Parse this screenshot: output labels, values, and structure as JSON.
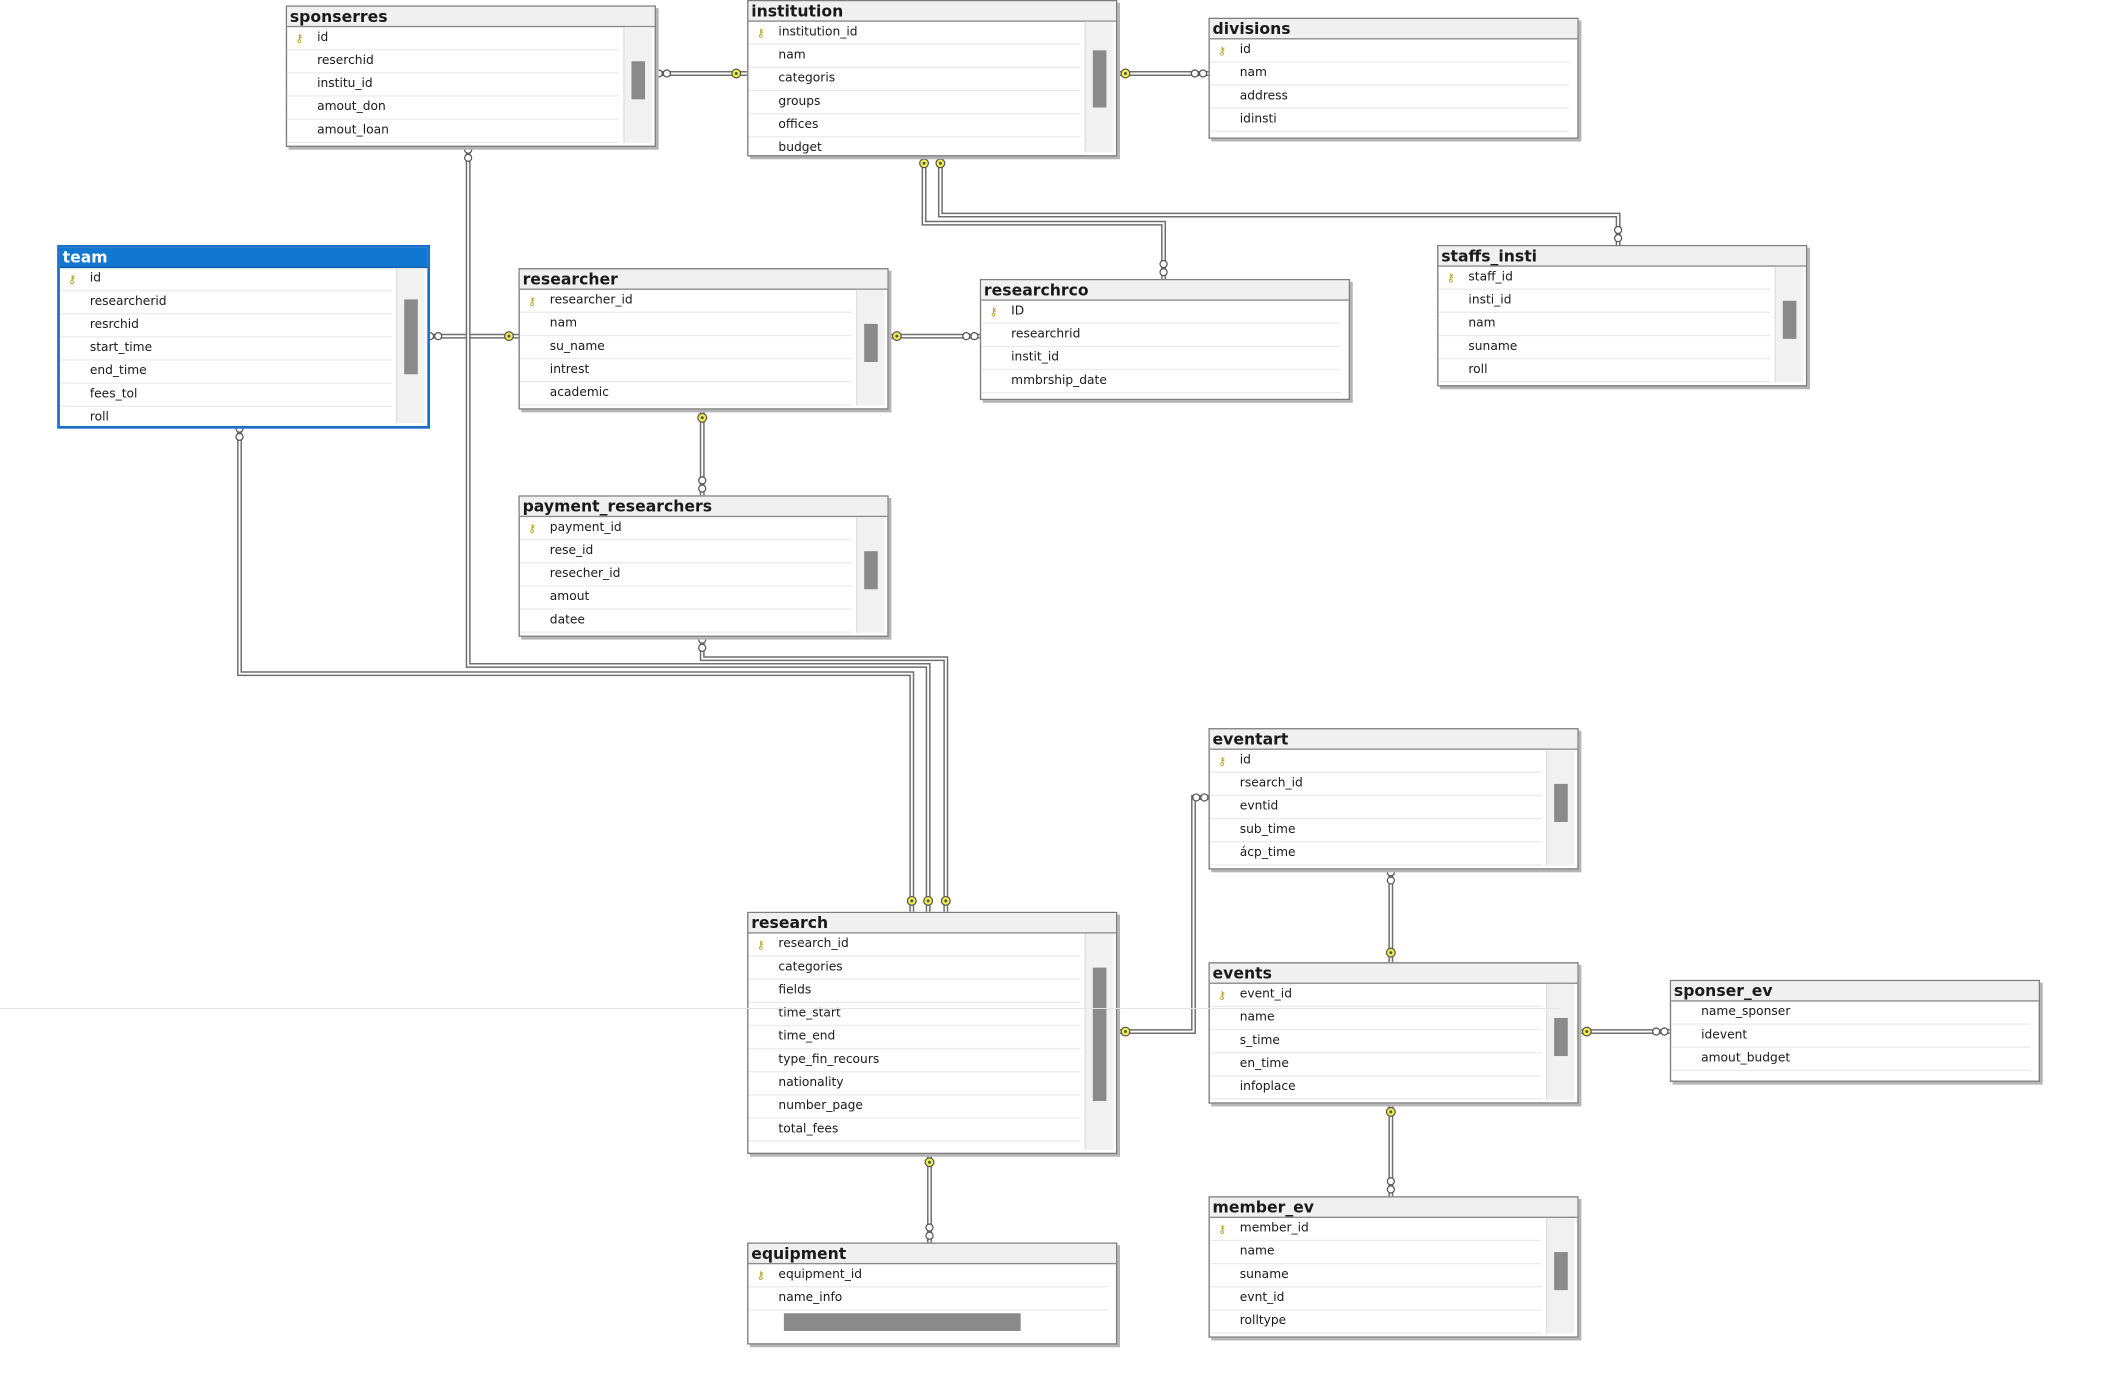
{
  "diagram": {
    "tables": [
      {
        "id": "sponserres",
        "title": "sponserres",
        "columns": [
          "id",
          "reserchid",
          "institu_id",
          "amout_don",
          "amout_loan"
        ],
        "pk": [
          0
        ]
      },
      {
        "id": "institution",
        "title": "institution",
        "columns": [
          "institution_id",
          "nam",
          "categoris",
          "groups",
          "offices",
          "budget"
        ],
        "pk": [
          0
        ]
      },
      {
        "id": "divisions",
        "title": "divisions",
        "columns": [
          "id",
          "nam",
          "address",
          "idinsti"
        ],
        "pk": [
          0
        ]
      },
      {
        "id": "team",
        "title": "team",
        "columns": [
          "id",
          "researcherid",
          "resrchid",
          "start_time",
          "end_time",
          "fees_tol",
          "roll"
        ],
        "pk": [
          0
        ],
        "selected": true
      },
      {
        "id": "researcher",
        "title": "researcher",
        "columns": [
          "researcher_id",
          "nam",
          "su_name",
          "intrest",
          "academic"
        ],
        "pk": [
          0
        ]
      },
      {
        "id": "researchrco",
        "title": "researchrco",
        "columns": [
          "ID",
          "researchrid",
          "instit_id",
          "mmbrship_date"
        ],
        "pk": [
          0
        ]
      },
      {
        "id": "staffs_insti",
        "title": "staffs_insti",
        "columns": [
          "staff_id",
          "insti_id",
          "nam",
          "suname",
          "roll"
        ],
        "pk": [
          0
        ]
      },
      {
        "id": "payment_researchers",
        "title": "payment_researchers",
        "columns": [
          "payment_id",
          "rese_id",
          "resecher_id",
          "amout",
          "datee"
        ],
        "pk": [
          0
        ]
      },
      {
        "id": "eventart",
        "title": "eventart",
        "columns": [
          "id",
          "rsearch_id",
          "evntid",
          "sub_time",
          "ácp_time"
        ],
        "pk": [
          0
        ]
      },
      {
        "id": "research",
        "title": "research",
        "columns": [
          "research_id",
          "categories",
          "fields",
          "time_start",
          "time_end",
          "type_fin_recours",
          "nationality",
          "number_page",
          "total_fees"
        ],
        "pk": [
          0
        ]
      },
      {
        "id": "events",
        "title": "events",
        "columns": [
          "event_id",
          "name",
          "s_time",
          "en_time",
          "infoplace"
        ],
        "pk": [
          0
        ]
      },
      {
        "id": "sponser_ev",
        "title": "sponser_ev",
        "columns": [
          "name_sponser",
          "idevent",
          "amout_budget"
        ],
        "pk": []
      },
      {
        "id": "member_ev",
        "title": "member_ev",
        "columns": [
          "member_id",
          "name",
          "suname",
          "evnt_id",
          "rolltype"
        ],
        "pk": [
          0
        ]
      },
      {
        "id": "equipment",
        "title": "equipment",
        "columns": [
          "equipment_id",
          "name_info"
        ],
        "pk": [
          0
        ]
      }
    ]
  },
  "icons": {
    "primary_key": "key-icon",
    "one_end": "key-end-connector-icon",
    "many_end": "infinity-end-connector-icon"
  },
  "colors": {
    "selected_header": "#1177d1",
    "key_connector": "#f3ee4a",
    "wire": "#6f6f6f",
    "header": "#f0f0f0"
  }
}
